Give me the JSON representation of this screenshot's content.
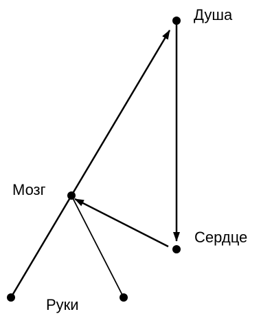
{
  "diagram": {
    "nodes": [
      {
        "id": "dusha",
        "label": "Душа"
      },
      {
        "id": "mozg",
        "label": "Мозг"
      },
      {
        "id": "serdce",
        "label": "Сердце"
      },
      {
        "id": "hand_left",
        "label": ""
      },
      {
        "id": "hand_right",
        "label": ""
      }
    ],
    "group_labels": [
      {
        "id": "ruki",
        "label": "Руки"
      }
    ],
    "edges": [
      {
        "from": "mozg",
        "to": "dusha",
        "directed": true
      },
      {
        "from": "dusha",
        "to": "serdce",
        "directed": true
      },
      {
        "from": "serdce",
        "to": "mozg",
        "directed": true
      },
      {
        "from": "mozg",
        "to": "hand_left",
        "directed": false
      },
      {
        "from": "mozg",
        "to": "hand_right",
        "directed": false
      }
    ],
    "colors": {
      "stroke": "#000000",
      "node": "#000000",
      "background": "#ffffff"
    }
  }
}
